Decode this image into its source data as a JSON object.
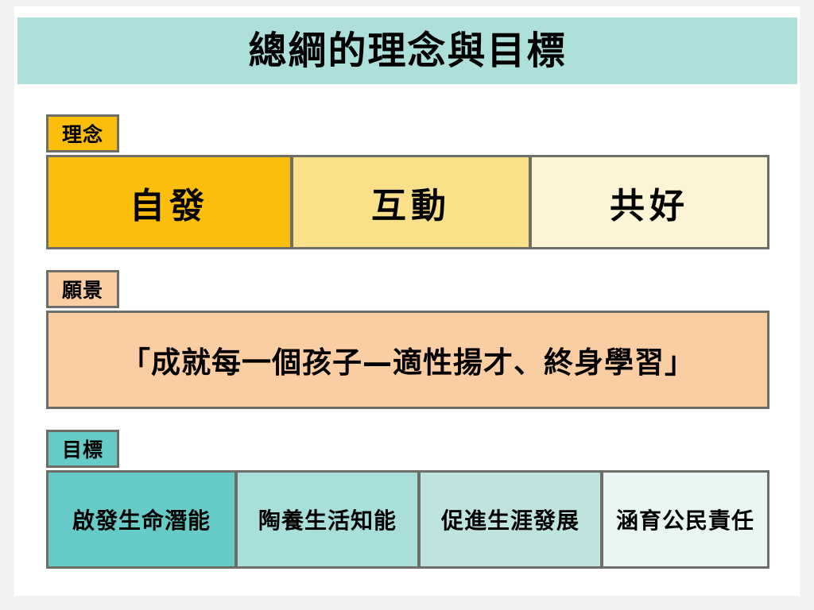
{
  "slide": {
    "title": "總綱的理念與目標",
    "title_band_color": "#ade0da",
    "background_color": "#ffffff",
    "page_background_color": "#f2f2f0",
    "border_color": "#6e6e68"
  },
  "sections": {
    "concept": {
      "tab_label": "理念",
      "tab_color": "#fbbe0d",
      "items": [
        {
          "label": "自發",
          "color": "#fbbe0d"
        },
        {
          "label": "互動",
          "color": "#fbe08a"
        },
        {
          "label": "共好",
          "color": "#fdf3d5"
        }
      ]
    },
    "vision": {
      "tab_label": "願景",
      "tab_color": "#fbcda2",
      "statement": "「成就每一個孩子—適性揚才、終身學習」",
      "color": "#fbcda2"
    },
    "goal": {
      "tab_label": "目標",
      "tab_color": "#66cbc6",
      "items": [
        {
          "label": "啟發生命潛能",
          "color": "#66cbc6"
        },
        {
          "label": "陶養生活知能",
          "color": "#a8dfda"
        },
        {
          "label": "促進生涯發展",
          "color": "#bfe4e0"
        },
        {
          "label": "涵育公民責任",
          "color": "#e8f5f3"
        }
      ]
    }
  }
}
